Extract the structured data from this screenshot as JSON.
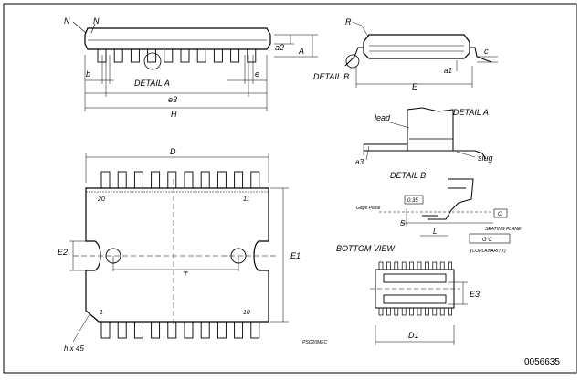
{
  "labels": {
    "N_left": "N",
    "N_right": "N",
    "a2": "a2",
    "A": "A",
    "b": "b",
    "detail_a_ref": "DETAIL A",
    "e": "e",
    "e3": "e3",
    "H": "H",
    "R": "R",
    "c": "c",
    "a1": "a1",
    "detail_b_ref": "DETAIL B",
    "E": "E",
    "lead": "lead",
    "detail_a_title": "DETAIL A",
    "slug": "slug",
    "a3": "a3",
    "detail_b_title": "DETAIL B",
    "gage_plane": "Gage Plane",
    "gage_value": "0.35",
    "S": "S",
    "L": "L",
    "C_box": "C",
    "seating_plane": "SEATING PLANE",
    "coplanarity_box": "G C",
    "coplanarity": "(COPLANARITY)",
    "D": "D",
    "pin20": "20",
    "pin11": "11",
    "pin1": "1",
    "pin10": "10",
    "E2": "E2",
    "E1": "E1",
    "T": "T",
    "hx45": "h x 45",
    "bottom_view": "BOTTOM VIEW",
    "E3": "E3",
    "D1": "D1",
    "pso_code": "PSO20MEC",
    "doc_number": "0056635"
  }
}
